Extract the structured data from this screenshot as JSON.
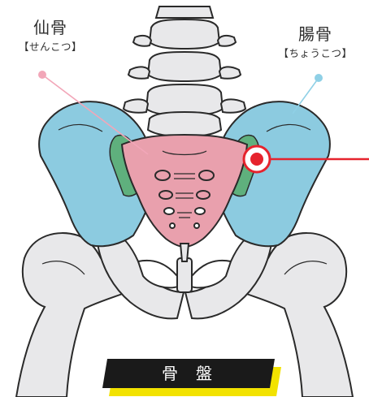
{
  "labels": {
    "sacrum": {
      "name": "仙骨",
      "reading": "【せんこつ】",
      "color": "#f2a6b8"
    },
    "ilium": {
      "name": "腸骨",
      "reading": "【ちょうこつ】",
      "color": "#8fd0e6"
    }
  },
  "title": "骨盤",
  "colors": {
    "ilium_fill": "#8ccbe0",
    "sacrum_fill": "#e9a0ad",
    "joint_fill": "#5fb07d",
    "bone_fill": "#e8e8ea",
    "outline": "#2a2a2a",
    "marker": "#e6232d",
    "title_bg": "#1a1a1a",
    "title_accent": "#f2e200"
  },
  "icons": {
    "marker": "target-marker-icon"
  }
}
